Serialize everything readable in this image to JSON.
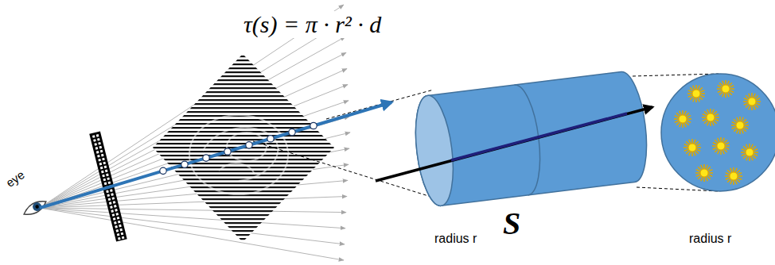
{
  "diagram": {
    "labels": [
      "τ(s) = π · r² · d",
      "eye",
      "S",
      "radius r",
      "radius r"
    ]
  }
}
